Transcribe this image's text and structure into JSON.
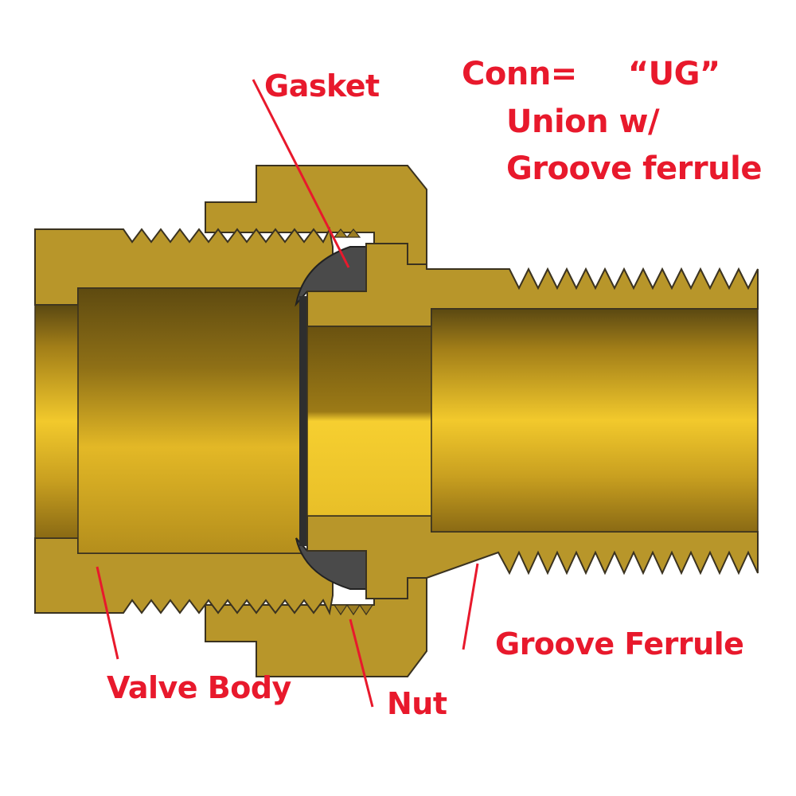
{
  "labels": {
    "conn_prefix": "Conn=",
    "conn_code": "“UG”",
    "conn_line2": "Union w/",
    "conn_line3": "Groove ferrule",
    "gasket": "Gasket",
    "groove_ferrule": "Groove Ferrule",
    "valve_body": "Valve Body",
    "nut": "Nut"
  },
  "colors": {
    "label_red": "#e8192c",
    "brass": "#b8962a",
    "outline": "#3a3220",
    "gasket": "#4a4a4a"
  }
}
